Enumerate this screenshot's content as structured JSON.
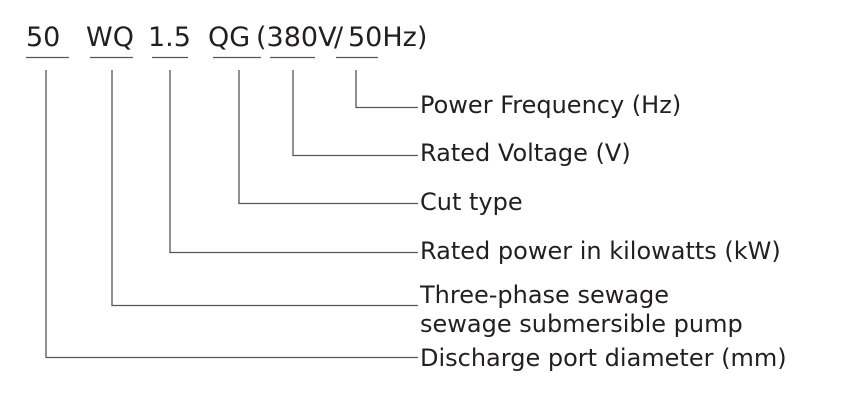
{
  "code_parts": [
    "50",
    "WQ",
    "1.5",
    "QG",
    "(380V",
    "/",
    "50Hz)"
  ],
  "labels": [
    "Power Frequency (Hz)",
    "Rated Voltage (V)",
    "Cut type",
    "Rated power in kilowatts (kW)",
    "Three-phase sewage",
    "sewage submersible pump",
    "Discharge port diameter (mm)"
  ],
  "colors": {
    "text": "#231f20",
    "line": "#555555"
  }
}
